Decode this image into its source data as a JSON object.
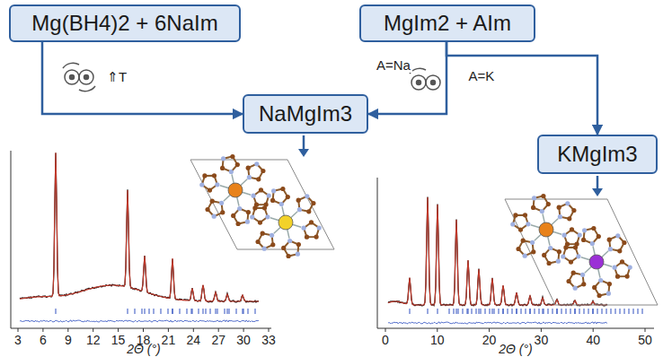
{
  "diagram": {
    "nodes": [
      {
        "text": [
          "Mg(BH4)2 + 6NaIm"
        ]
      },
      {
        "text": [
          "MgIm2 + AIm"
        ]
      },
      {
        "text": [
          "NaMgIm3"
        ]
      },
      {
        "text": [
          "KMgIm3"
        ]
      }
    ],
    "edges": [
      {
        "from": 0,
        "to": 2,
        "arrow": "to",
        "label": "⇑T"
      },
      {
        "from": 1,
        "to": 2,
        "arrow": "to",
        "label": "A=Na"
      },
      {
        "from": 1,
        "to": 3,
        "arrow": "to",
        "label": "A=K"
      }
    ],
    "labels": [
      "3",
      "6",
      "9",
      "12",
      "15",
      "18",
      "21",
      "24",
      "27",
      "30",
      "33",
      "2Θ (°)",
      "0",
      "10",
      "20",
      "30",
      "40",
      "50",
      "2Θ (°)"
    ]
  }
}
